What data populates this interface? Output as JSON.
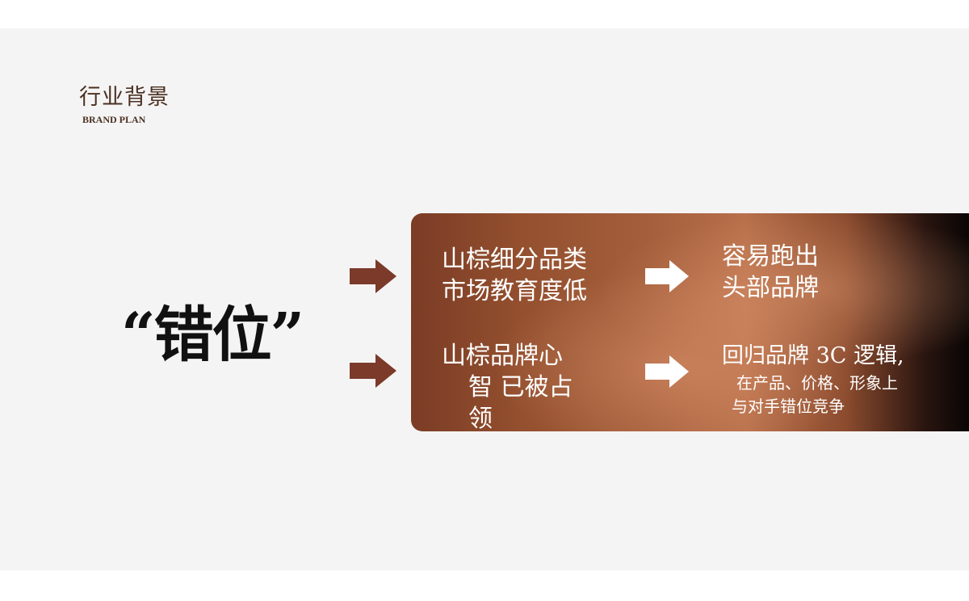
{
  "header": {
    "title": "行业背景",
    "subtitle": "BRAND PLAN"
  },
  "main": {
    "keyword": "“错位”"
  },
  "panel": {
    "row1": {
      "problem_lines": [
        "山棕细分品类",
        "市场教育度低"
      ],
      "result_lines": [
        "容易跑出",
        "头部品牌"
      ]
    },
    "row2": {
      "problem_lines": [
        "山棕品牌心",
        "智  已被占",
        "领"
      ],
      "result_title": "回归品牌 3C 逻辑,",
      "result_lines": [
        "在产品、价格、形象上",
        "与对手错位竞争"
      ]
    }
  },
  "colors": {
    "slide_background": "#f5f4f4",
    "title_brown": "#4a3022",
    "arrow_brown": "#7b3a2a",
    "panel_brown": "#94502f",
    "panel_dark": "#090504",
    "text_white": "#ffffff"
  },
  "icons": {
    "left_arrows": "arrow-right-icon",
    "panel_arrows": "arrow-right-icon"
  }
}
